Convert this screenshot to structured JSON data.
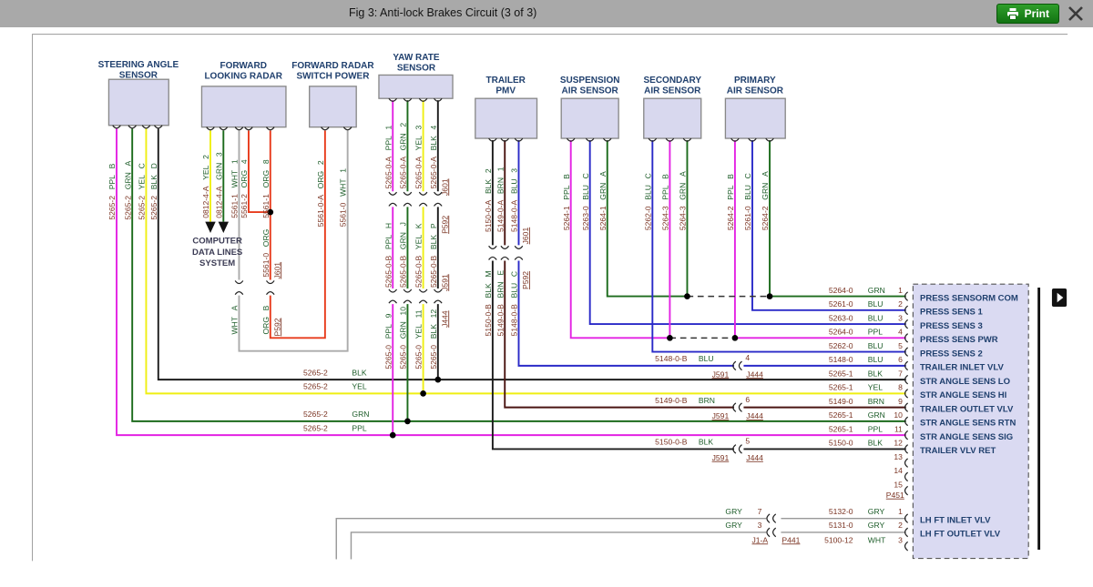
{
  "bar": {
    "title": "Fig 3: Anti-lock Brakes Circuit (3 of 3)",
    "print": "Print"
  },
  "boxes": {
    "sas": {
      "l1": "STEERING ANGLE",
      "l2": "SENSOR"
    },
    "flr": {
      "l1": "FORWARD",
      "l2": "LOOKING RADAR"
    },
    "frsp": {
      "l1": "FORWARD RADAR",
      "l2": "SWITCH POWER"
    },
    "yrs": {
      "l1": "YAW RATE",
      "l2": "SENSOR"
    },
    "pmv": {
      "l1": "TRAILER",
      "l2": "PMV"
    },
    "susp": {
      "l1": "SUSPENSION",
      "l2": "AIR SENSOR"
    },
    "sec": {
      "l1": "SECONDARY",
      "l2": "AIR SENSOR"
    },
    "pri": {
      "l1": "PRIMARY",
      "l2": "AIR SENSOR"
    }
  },
  "cds": {
    "l1": "COMPUTER",
    "l2": "DATA LINES",
    "l3": "SYSTEM"
  },
  "conn": {
    "j601": "J601",
    "p592": "P592",
    "j591": "J591",
    "j444": "J444",
    "p451": "P451",
    "j1a": "J1-A",
    "p441": "P441"
  },
  "w": {
    "sas": [
      {
        "c": "5265-2",
        "k": "PPL",
        "p": "B"
      },
      {
        "c": "5265-2",
        "k": "GRN",
        "p": "A"
      },
      {
        "c": "5265-2",
        "k": "YEL",
        "p": "C"
      },
      {
        "c": "5265-2",
        "k": "BLK",
        "p": "D"
      }
    ],
    "flr": [
      {
        "c": "0812-4-A",
        "k": "YEL",
        "p": "2"
      },
      {
        "c": "0812-4-A",
        "k": "GRN",
        "p": "3"
      },
      {
        "c": "5561-1",
        "k": "WHT",
        "p": "1"
      },
      {
        "c": "5561-2",
        "k": "ORG",
        "p": "4"
      },
      {
        "c": "5561-1",
        "k": "ORG",
        "p": "8"
      }
    ],
    "frsp": [
      {
        "c": "5561-0-A",
        "k": "ORG",
        "p": "2"
      },
      {
        "c": "5561-0",
        "k": "WHT",
        "p": "1"
      }
    ],
    "leg": {
      "c": "5561-0",
      "k": "ORG"
    },
    "lega": {
      "k": "WHT",
      "p": "A"
    },
    "legb": {
      "k": "ORG",
      "p": "B"
    },
    "yrs1": [
      {
        "c": "5265-0-A",
        "k": "PPL",
        "p": "1"
      },
      {
        "c": "5265-0-A",
        "k": "GRN",
        "p": "2"
      },
      {
        "c": "5265-0-A",
        "k": "YEL",
        "p": "3"
      },
      {
        "c": "5265-0-A",
        "k": "BLK",
        "p": "4"
      }
    ],
    "yrs2": [
      {
        "c": "5265-0-B",
        "k": "PPL",
        "p": "H"
      },
      {
        "c": "5265-0-B",
        "k": "GRN",
        "p": "J"
      },
      {
        "c": "5265-0-B",
        "k": "YEL",
        "p": "K"
      },
      {
        "c": "5265-0-B",
        "k": "BLK",
        "p": "P"
      }
    ],
    "yrs3": [
      {
        "c": "5265-0",
        "k": "PPL",
        "p": "9"
      },
      {
        "c": "5265-0",
        "k": "GRN",
        "p": "10"
      },
      {
        "c": "5265-0",
        "k": "YEL",
        "p": "11"
      },
      {
        "c": "5265-0",
        "k": "BLK",
        "p": "12"
      }
    ],
    "pmv1": [
      {
        "c": "5150-0-A",
        "k": "BLK",
        "p": "2"
      },
      {
        "c": "5149-0-A",
        "k": "BRN",
        "p": "1"
      },
      {
        "c": "5148-0-A",
        "k": "BLU",
        "p": "3"
      }
    ],
    "pmv2": [
      {
        "c": "5150-0-B",
        "k": "BLK",
        "p": "M"
      },
      {
        "c": "5149-0-B",
        "k": "BRN",
        "p": "E"
      },
      {
        "c": "5148-0-B",
        "k": "BLU",
        "p": "C"
      }
    ],
    "susp": [
      {
        "c": "5264-1",
        "k": "PPL",
        "p": "B"
      },
      {
        "c": "5263-0",
        "k": "BLU",
        "p": "C"
      },
      {
        "c": "5264-1",
        "k": "GRN",
        "p": "A"
      }
    ],
    "sec": [
      {
        "c": "5262-0",
        "k": "BLU",
        "p": "C"
      },
      {
        "c": "5264-3",
        "k": "PPL",
        "p": "B"
      },
      {
        "c": "5264-3",
        "k": "GRN",
        "p": "A"
      }
    ],
    "pri": [
      {
        "c": "5264-2",
        "k": "PPL",
        "p": "B"
      },
      {
        "c": "5261-0",
        "k": "BLU",
        "p": "C"
      },
      {
        "c": "5264-2",
        "k": "GRN",
        "p": "A"
      }
    ],
    "mid": [
      {
        "c": "5265-2",
        "k": "BLK"
      },
      {
        "c": "5265-2",
        "k": "YEL"
      },
      {
        "c": "5265-2",
        "k": "GRN"
      },
      {
        "c": "5265-2",
        "k": "PPL"
      }
    ],
    "inline": [
      {
        "c": "5148-0-B",
        "k": "BLU",
        "p": "4"
      },
      {
        "c": "5149-0-B",
        "k": "BRN",
        "p": "6"
      },
      {
        "c": "5150-0-B",
        "k": "BLK",
        "p": "5"
      }
    ]
  },
  "p451": {
    "name": "P451",
    "pins": [
      {
        "n": "1",
        "c": "5264-0",
        "k": "GRN",
        "f": "PRESS SENSORM COM"
      },
      {
        "n": "2",
        "c": "5261-0",
        "k": "BLU",
        "f": "PRESS SENS 1"
      },
      {
        "n": "3",
        "c": "5263-0",
        "k": "BLU",
        "f": "PRESS SENS 3"
      },
      {
        "n": "4",
        "c": "5264-0",
        "k": "PPL",
        "f": "PRESS SENS PWR"
      },
      {
        "n": "5",
        "c": "5262-0",
        "k": "BLU",
        "f": "PRESS SENS 2"
      },
      {
        "n": "6",
        "c": "5148-0",
        "k": "BLU",
        "f": "TRAILER INLET VLV"
      },
      {
        "n": "7",
        "c": "5265-1",
        "k": "BLK",
        "f": "STR ANGLE SENS LO"
      },
      {
        "n": "8",
        "c": "5265-1",
        "k": "YEL",
        "f": "STR ANGLE SENS HI"
      },
      {
        "n": "9",
        "c": "5149-0",
        "k": "BRN",
        "f": "TRAILER OUTLET VLV"
      },
      {
        "n": "10",
        "c": "5265-1",
        "k": "GRN",
        "f": "STR ANGLE SENS RTN"
      },
      {
        "n": "11",
        "c": "5265-1",
        "k": "PPL",
        "f": "STR ANGLE SENS SIG"
      },
      {
        "n": "12",
        "c": "5150-0",
        "k": "BLK",
        "f": "TRAILER VLV RET"
      },
      {
        "n": "13"
      },
      {
        "n": "14"
      },
      {
        "n": "15"
      }
    ]
  },
  "p441rows": [
    {
      "lk": "GRY",
      "lp": "7",
      "c": "5132-0",
      "k": "GRY",
      "n": "1",
      "f": "LH FT INLET VLV"
    },
    {
      "lk": "GRY",
      "lp": "3",
      "c": "5131-0",
      "k": "GRY",
      "n": "2",
      "f": "LH FT OUTLET VLV"
    },
    {
      "c": "5100-12",
      "k": "WHT",
      "n": "3"
    }
  ],
  "colors": {
    "PPL": "#e322e3",
    "GRN": "#1c6b1c",
    "YEL": "#efef12",
    "BLK": "#1c1c1c",
    "BLU": "#2a2ac8",
    "BRN": "#4a1512",
    "ORG": "#e83b1c",
    "WHT": "#ababab",
    "GRY": "#999999"
  }
}
